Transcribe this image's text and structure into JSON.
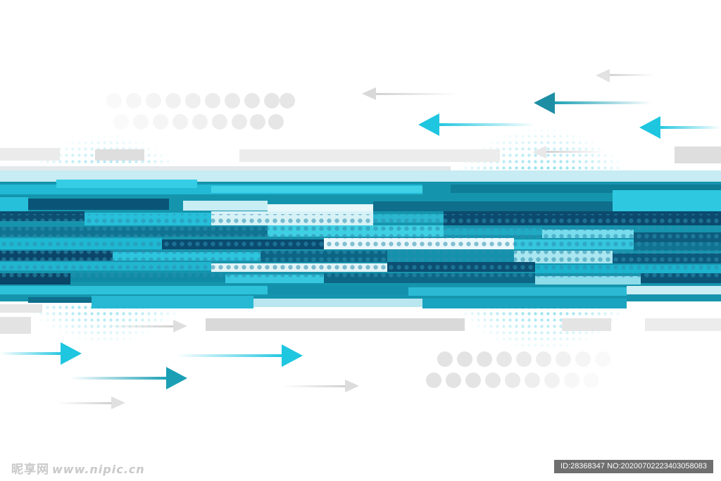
{
  "colors": {
    "cyan": "#1fc6e0",
    "teal": "#1a9fb5",
    "deep_teal": "#0d6f86",
    "navy": "#0b3d5c",
    "light_cyan": "#8fe0ee",
    "gray": "#dcdcdc"
  },
  "arrows": {
    "left_pointing": 6,
    "right_pointing": 6
  },
  "watermark": {
    "logo_text": "昵享网",
    "site_text": "www.nipic.cn",
    "id_text": "ID:28368347 NO:20200702223403058083"
  }
}
